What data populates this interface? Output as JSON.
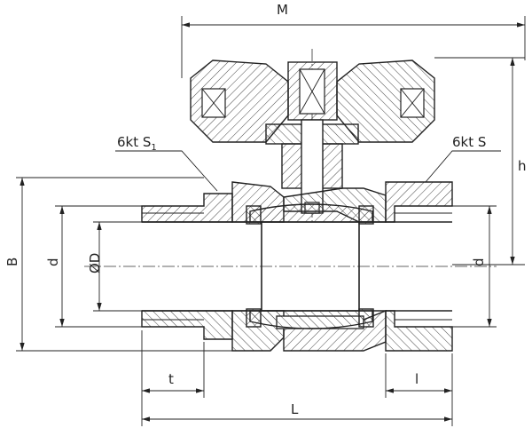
{
  "drawing": {
    "title": "Ball valve technical drawing",
    "dimensions": {
      "M": "M",
      "h": "h",
      "B": "B",
      "d_left": "d",
      "D": "ØD",
      "d_right": "d",
      "t": "t",
      "l": "l",
      "L": "L"
    },
    "callouts": {
      "hex_s1_prefix": "6kt S",
      "hex_s1_sub": "1",
      "hex_s": "6kt S"
    }
  }
}
